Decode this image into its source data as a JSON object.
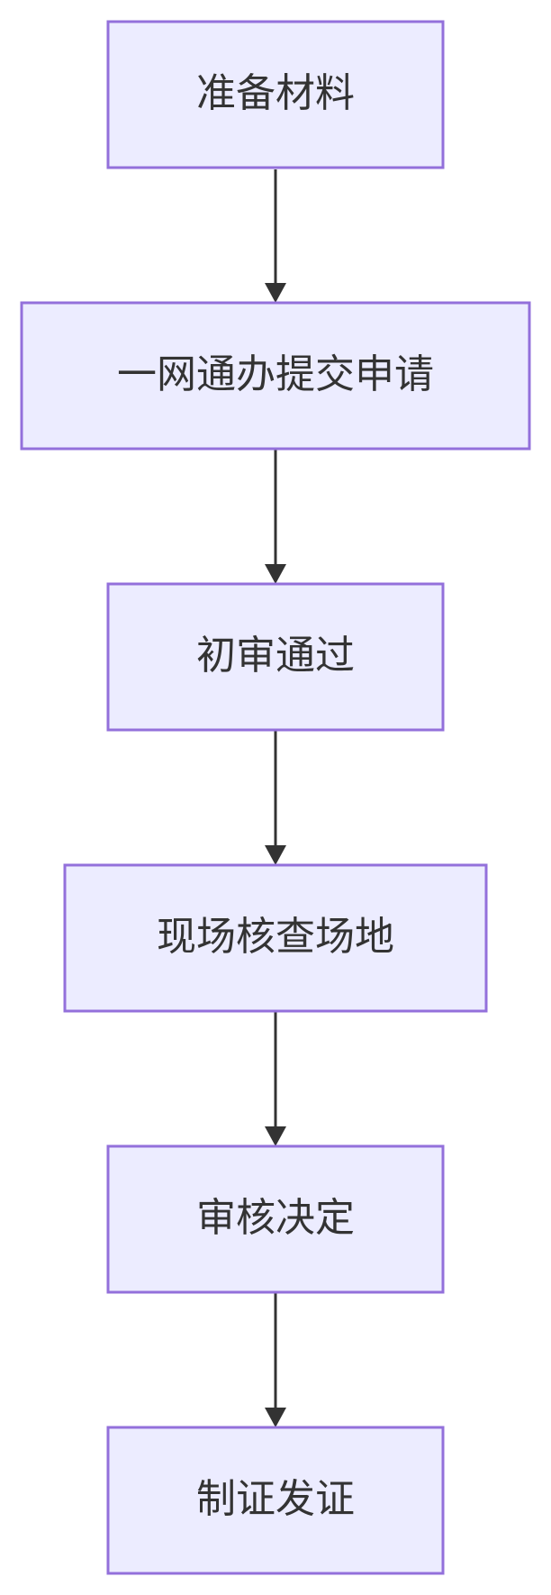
{
  "colors": {
    "node_fill": "#ececff",
    "node_stroke": "#9370db",
    "text": "#333333",
    "edge": "#333333"
  },
  "steps": [
    {
      "label": "准备材料"
    },
    {
      "label": "一网通办提交申请"
    },
    {
      "label": "初审通过"
    },
    {
      "label": "现场核查场地"
    },
    {
      "label": "审核决定"
    },
    {
      "label": "制证发证"
    }
  ]
}
